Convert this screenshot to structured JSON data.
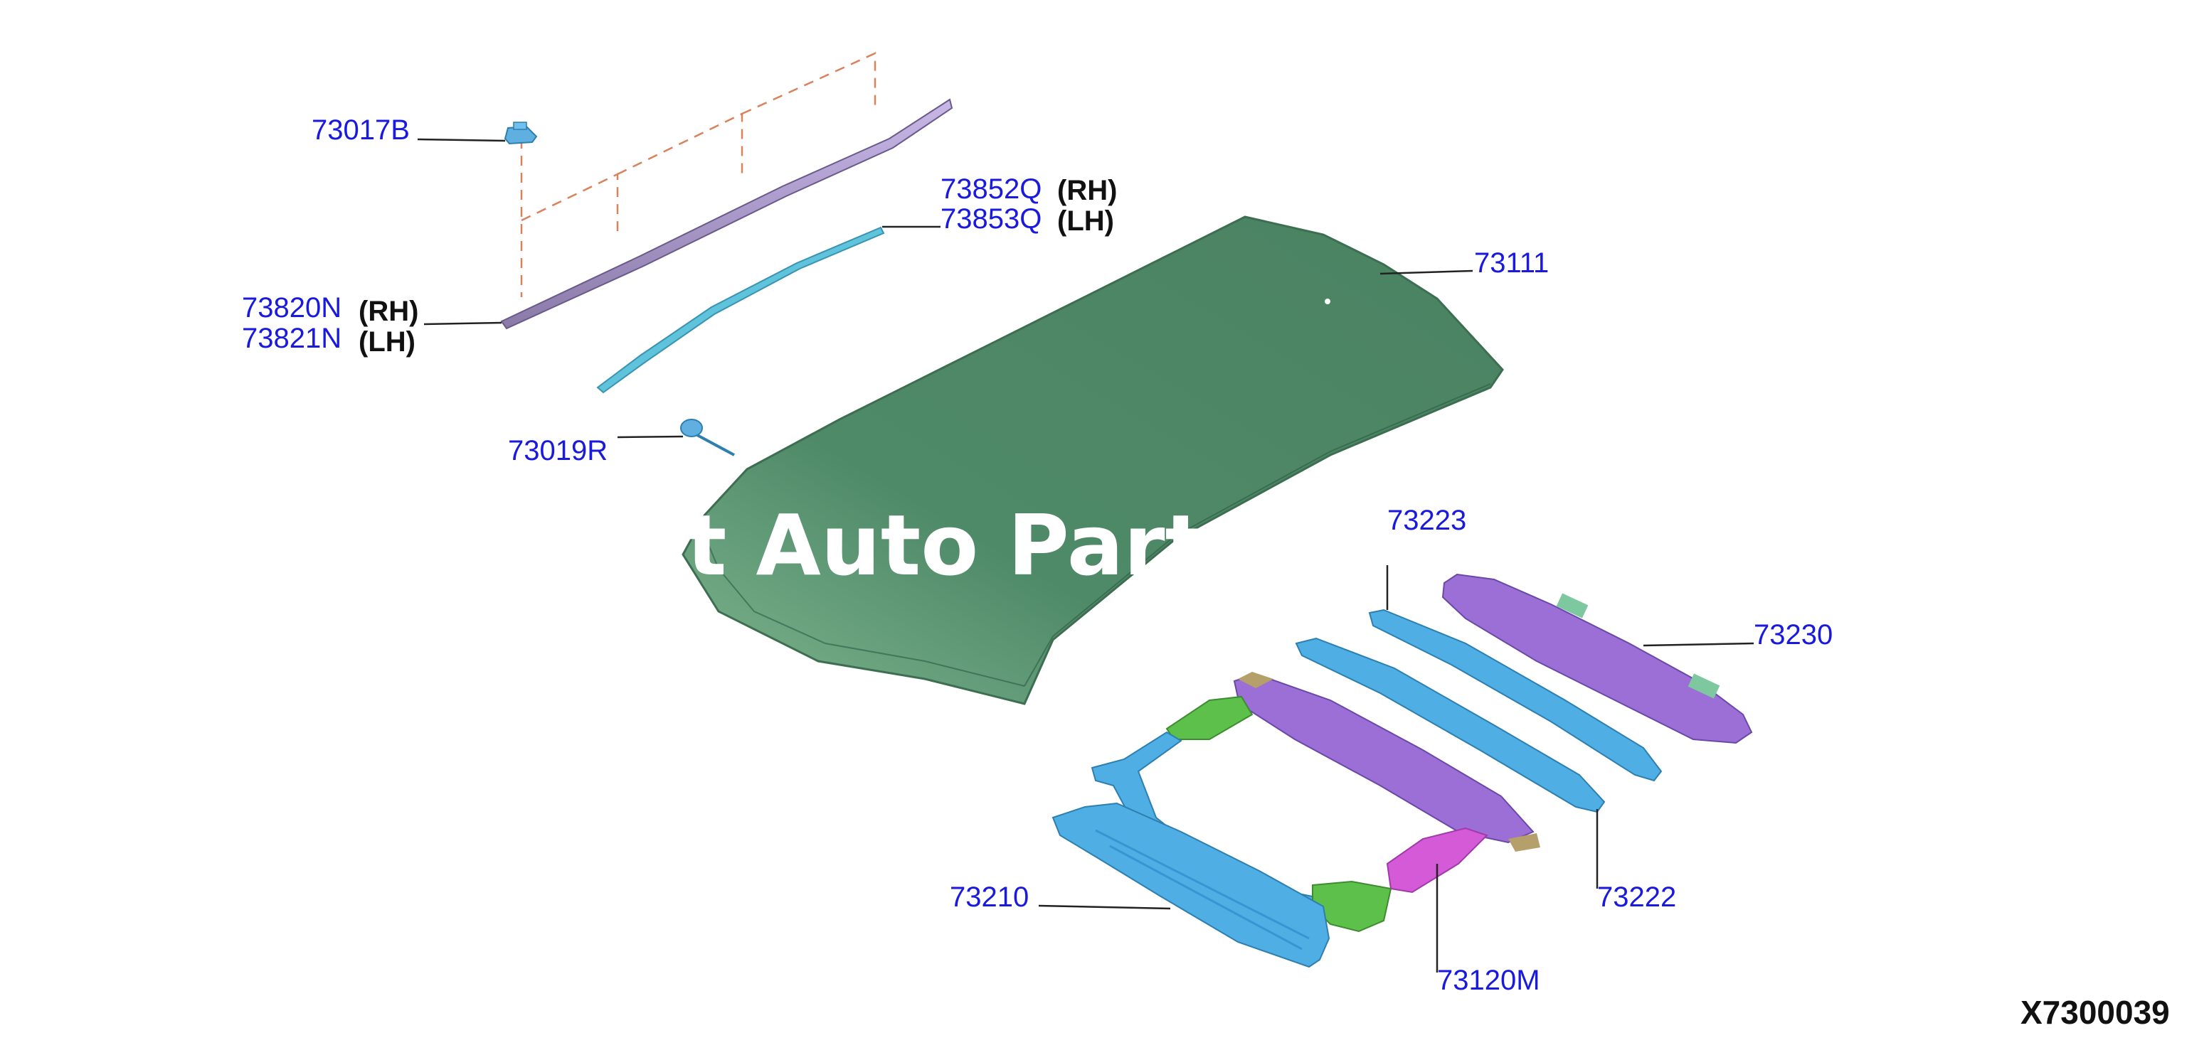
{
  "callouts": {
    "c73017B": {
      "label": "73017B"
    },
    "c73852Q": {
      "label": "73852Q",
      "side": "(RH)"
    },
    "c73853Q": {
      "label": "73853Q",
      "side": "(LH)"
    },
    "c73111": {
      "label": "73111"
    },
    "c73820N": {
      "label": "73820N",
      "side": "(RH)"
    },
    "c73821N": {
      "label": "73821N",
      "side": "(LH)"
    },
    "c73019R": {
      "label": "73019R"
    },
    "c73223": {
      "label": "73223"
    },
    "c73230": {
      "label": "73230"
    },
    "c73210": {
      "label": "73210"
    },
    "c73222": {
      "label": "73222"
    },
    "c73120M": {
      "label": "73120M"
    }
  },
  "watermark": "t Auto Parts C",
  "diagram_code": "X7300039",
  "colors": {
    "roof_panel": "#4f8a68",
    "bow_blue": "#4faee3",
    "bow_purple": "#9b6fd6",
    "reinforcement_green": "#5cc04a",
    "reinforcement_magenta": "#d45ad8",
    "callout_text": "#1a1adf",
    "dash_line": "#d9825b"
  },
  "icons": {
    "clip_73017B": "push-clip-icon",
    "clip_73019R": "pin-clip-icon"
  }
}
